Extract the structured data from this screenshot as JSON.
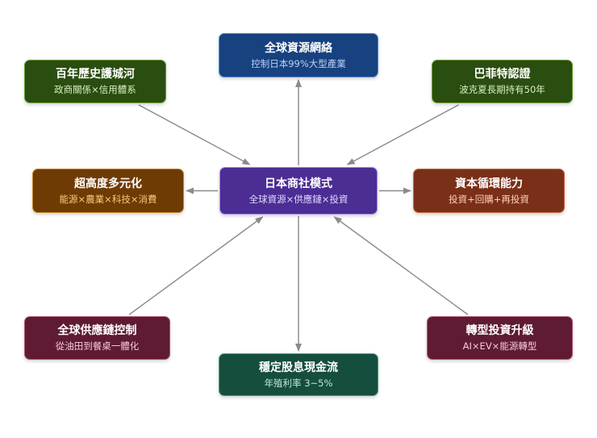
{
  "nodes": {
    "center": {
      "title": "日本商社模式",
      "subtitle": "全球資源×供應鏈×投資"
    },
    "top": {
      "title": "全球資源網絡",
      "subtitle": "控制日本99%大型產業"
    },
    "top_left": {
      "title": "百年歷史護城河",
      "subtitle": "政商關係×信用體系"
    },
    "top_right": {
      "title": "巴菲特認證",
      "subtitle": "波克夏長期持有50年"
    },
    "mid_left": {
      "title": "超高度多元化",
      "subtitle": "能源×農業×科技×消費"
    },
    "mid_right": {
      "title": "資本循環能力",
      "subtitle": "投資+回購+再投資"
    },
    "bottom_left": {
      "title": "全球供應鏈控制",
      "subtitle": "從油田到餐桌一體化"
    },
    "bottom_right": {
      "title": "轉型投資升級",
      "subtitle": "AI×EV×能源轉型"
    },
    "bottom": {
      "title": "穩定股息現金流",
      "subtitle": "年殖利率 3~5%"
    }
  },
  "edges": [
    {
      "from": "top_left",
      "to": "center"
    },
    {
      "from": "top_right",
      "to": "center"
    },
    {
      "from": "center",
      "to": "top"
    },
    {
      "from": "center",
      "to": "mid_left"
    },
    {
      "from": "center",
      "to": "mid_right"
    },
    {
      "from": "bottom_left",
      "to": "center"
    },
    {
      "from": "bottom_right",
      "to": "center"
    },
    {
      "from": "center",
      "to": "bottom"
    }
  ],
  "colors": {
    "connector": "#8a8a8a"
  }
}
